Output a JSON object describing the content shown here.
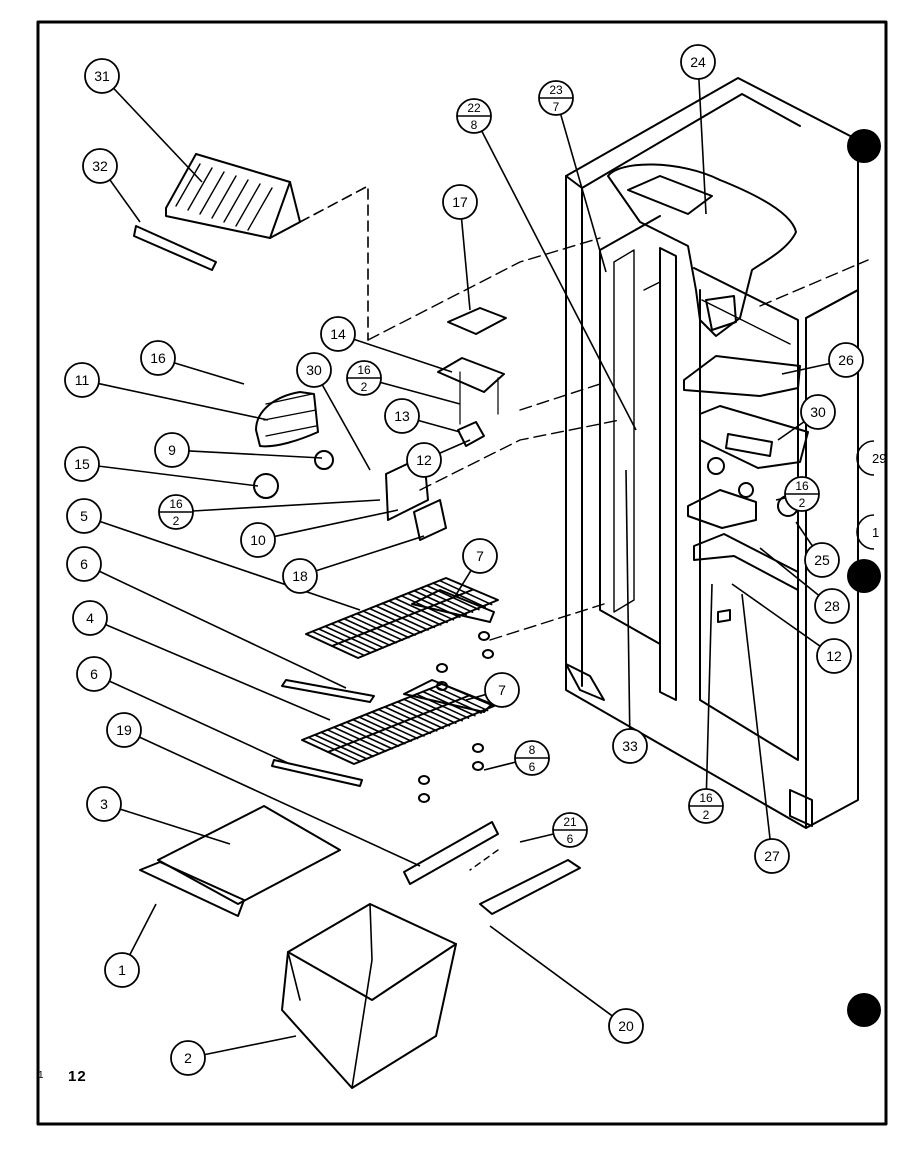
{
  "page_number": "12",
  "scan_mark": "1",
  "callouts": [
    {
      "id": "c31",
      "label": "31"
    },
    {
      "id": "c32",
      "label": "32"
    },
    {
      "id": "c16a",
      "label": "16"
    },
    {
      "id": "c11",
      "label": "11"
    },
    {
      "id": "c9",
      "label": "9"
    },
    {
      "id": "c15",
      "label": "15"
    },
    {
      "id": "c5",
      "label": "5"
    },
    {
      "id": "c6a",
      "label": "6"
    },
    {
      "id": "c4",
      "label": "4"
    },
    {
      "id": "c6b",
      "label": "6"
    },
    {
      "id": "c19",
      "label": "19"
    },
    {
      "id": "c3",
      "label": "3"
    },
    {
      "id": "c1",
      "label": "1"
    },
    {
      "id": "c2",
      "label": "2"
    },
    {
      "id": "c10",
      "label": "10"
    },
    {
      "id": "c18",
      "label": "18"
    },
    {
      "id": "c30a",
      "label": "30"
    },
    {
      "id": "c14",
      "label": "14"
    },
    {
      "id": "c13",
      "label": "13"
    },
    {
      "id": "c12a",
      "label": "12"
    },
    {
      "id": "c17",
      "label": "17"
    },
    {
      "id": "c7a",
      "label": "7"
    },
    {
      "id": "c7b",
      "label": "7"
    },
    {
      "id": "c20",
      "label": "20"
    },
    {
      "id": "c33",
      "label": "33"
    },
    {
      "id": "c24",
      "label": "24"
    },
    {
      "id": "c26",
      "label": "26"
    },
    {
      "id": "c30b",
      "label": "30"
    },
    {
      "id": "c25",
      "label": "25"
    },
    {
      "id": "c28",
      "label": "28"
    },
    {
      "id": "c12b",
      "label": "12"
    },
    {
      "id": "c27",
      "label": "27"
    }
  ],
  "fraction_callouts": [
    {
      "id": "f22",
      "top": "22",
      "bottom": "8"
    },
    {
      "id": "f23",
      "top": "23",
      "bottom": "7"
    },
    {
      "id": "f16b",
      "top": "16",
      "bottom": "2"
    },
    {
      "id": "f16c",
      "top": "16",
      "bottom": "2"
    },
    {
      "id": "f8",
      "top": "8",
      "bottom": "6"
    },
    {
      "id": "f21",
      "top": "21",
      "bottom": "6"
    },
    {
      "id": "f16d",
      "top": "16",
      "bottom": "2"
    },
    {
      "id": "f16e",
      "top": "16",
      "bottom": "2"
    }
  ],
  "cut_off_labels": [
    {
      "id": "x29",
      "text": "29"
    },
    {
      "id": "x1f",
      "text": "1"
    }
  ]
}
